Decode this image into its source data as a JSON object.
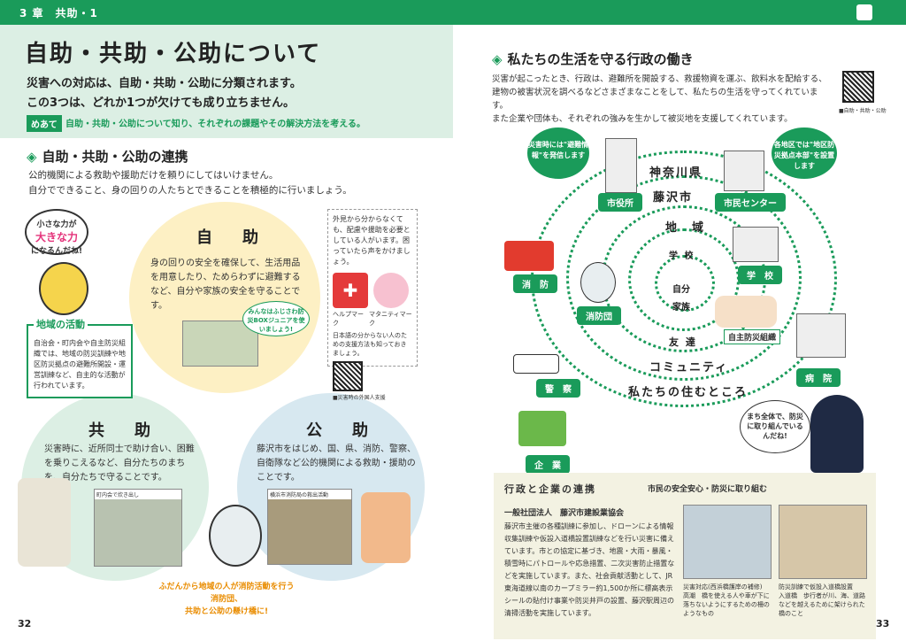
{
  "chapter": "3 章　共助・1",
  "left": {
    "title": "自助・共助・公助について",
    "lead1": "災害への対応は、自助・共助・公助に分類されます。",
    "lead2": "この3つは、どれか1つが欠けても成り立ちません。",
    "meate_badge": "めあて",
    "meate_text": "自助・共助・公助について知り、それぞれの課題やその解決方法を考える。",
    "section": "自助・共助・公助の連携",
    "intro1": "公的機関による救助や援助だけを頼りにしてはいけません。",
    "intro2": "自分でできること、身の回りの人たちとできることを積極的に行いましょう。",
    "bubble_a": "小さな力が",
    "bubble_b": "大きな力",
    "bubble_c": "になるんだね!",
    "jijo_title": "自　助",
    "jijo_text": "身の回りの安全を確保して、生活用品を用意したり、ためらわずに避難するなど、自分や家族の安全を守ることです。",
    "jijo_note": "みんなはふじさわ防災BOXジュニアを使いましょう!",
    "activity_title": "地域の活動",
    "activity_text": "自治会・町内会や自主防災組織では、地域の防災訓練や地区防災拠点の避難所開設・運営訓練など、自主的な活動が行われています。",
    "info_text": "外見から分からなくても、配慮や援助を必要としている人がいます。困っていたら声をかけましょう。",
    "help_mark": "ヘルプマーク",
    "maternity_mark": "マタニティマーク",
    "info_note": "日本語の分からない人のための支援方法も知っておきましょう。",
    "info_qr": "■災害時の外国人支援",
    "kyojo_title": "共　助",
    "kyojo_text": "災害時に、近所同士で助け合い、困難を乗りこえるなど、自分たちのまちを、自分たちで守ることです。",
    "kyojo_photo": "町内会で炊き出し",
    "kojo_title": "公　助",
    "kojo_text": "藤沢市をはじめ、国、県、消防、警察、自衛隊など公的機関による救助・援助のことです。",
    "kojo_photo": "横浜市消防局の救出活動",
    "footer1": "ふだんから地域の人が消防活動を行う消防団、",
    "footer2": "共助と公助の懸け橋に!",
    "page": "32"
  },
  "right": {
    "title": "私たちの生活を守る行政の働き",
    "body1": "災害が起こったとき、行政は、避難所を開設する、救援物資を運ぶ、飲料水を配給する、",
    "body2": "建物の被害状況を調べるなどさまざまなことをして、私たちの生活を守ってくれています。",
    "body3": "また企業や団体も、それぞれの強みを生かして被災地を支援してくれています。",
    "qr_caption": "■自助・共助・公助",
    "bub_left": "災害時には\"避難情報\"を発信します",
    "bub_right": "各地区では\"地区防災拠点本部\"を設置します",
    "rings": [
      "神奈川県",
      "藤沢市",
      "地　域",
      "学 校",
      "自分",
      "家族",
      "友 達",
      "コミュニティ",
      "私たちの住むところ"
    ],
    "labels": {
      "city": "市役所",
      "center": "市民センター",
      "fire": "消　防",
      "school": "学　校",
      "brigade": "消防団",
      "disaster_org": "自主防災組織",
      "police": "警　察",
      "hospital": "病　院",
      "company": "企　業"
    },
    "boy_bubble": "まち全体で、防災に取り組んでいるんだね!",
    "corp_head": "行政と企業の連携",
    "corp_sub": "市民の安全安心・防災に取り組む",
    "corp_org": "一般社団法人　藤沢市建設業協会",
    "corp_text": "藤沢市主催の各種訓練に参加し、ドローンによる情報収集訓練や仮設入道橋設置訓練などを行い災害に備えています。市との協定に基づき、地震・大雨・暴風・積雪時にパトロールや応急措置、二次災害防止措置などを実施しています。また、社会貢献活動として、JR東海道線以南のカープミラー約1,500か所に標高表示シールの貼付け事業や防災井戸の設置、藤沢駅周辺の清掃活動を実施しています。",
    "cap1": "災害対応(西浜橋護岸の補修)",
    "cap1b": "高潮　橋を使える人や車が下に落ちないようにするための柵のようなもの",
    "cap2": "防災訓練で仮設入道橋設置",
    "cap2b": "入道橋　歩行者が川、海、道路などを越えるために架けられた橋のこと",
    "page": "33"
  }
}
